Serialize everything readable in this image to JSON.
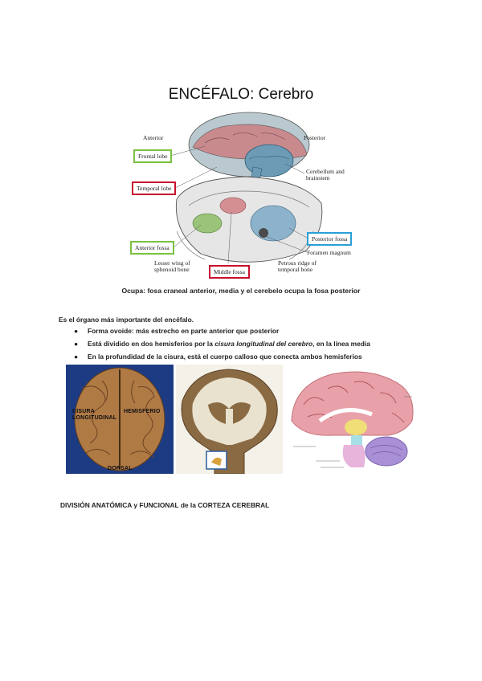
{
  "title": "ENCÉFALO: Cerebro",
  "figure1": {
    "direction_anterior": "Anterior",
    "direction_posterior": "Posterior",
    "frontal_lobe": "Frontal lobe",
    "temporal_lobe": "Temporal lobe",
    "cerebellum_brainstem": "Cerebellum and brainstem",
    "anterior_fossa": "Anterior fossa",
    "posterior_fossa": "Posterior fossa",
    "middle_fossa": "Middle fossa",
    "foramen_magnum": "Foramen magnum",
    "lesser_wing": "Lesser wing of sphenoid bone",
    "petrous_ridge": "Petrous ridge of temporal bone",
    "colors": {
      "green": "#7ac142",
      "red": "#c8102e",
      "blue": "#2aa0d8"
    }
  },
  "caption": "Ocupa: fosa craneal anterior, media y el cerebelo ocupa la fosa posterior",
  "intro": "Es el órgano más importante del encéfalo.",
  "bullets": {
    "b1": "Forma ovoide: más estrecho en parte anterior que posterior",
    "b2_pre": "Está dividido en dos hemisferios por la ",
    "b2_em": "cisura longitudinal del cerebro",
    "b2_post": ", en la línea media",
    "b3": "En la profundidad de la cisura, está el cuerpo calloso que conecta ambos hemisferios",
    "marker": "●"
  },
  "photo1": {
    "cisura_line1": "CISURA",
    "cisura_line2": "LONGITUDINAL",
    "hemisferio": "HEMISFERIO",
    "dorsal": "DORSAL"
  },
  "section_heading": "DIVISIÓN ANATÓMICA y FUNCIONAL de la CORTEZA CEREBRAL"
}
